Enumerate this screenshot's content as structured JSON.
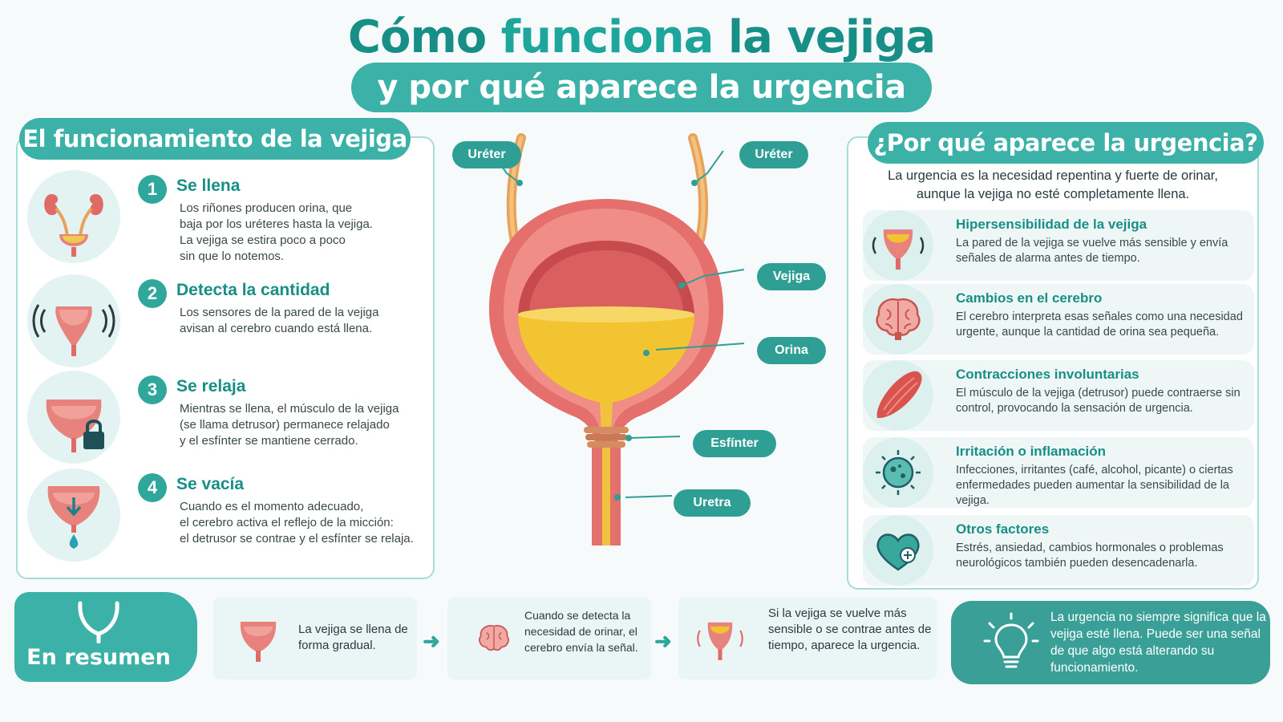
{
  "title": {
    "part1": "Cómo ",
    "part2": "funciona",
    "part3": " la vejiga"
  },
  "subtitle": "y por qué aparece la urgencia",
  "left": {
    "heading": "El funcionamiento de la vejiga",
    "steps": [
      {
        "num": "1",
        "title": "Se llena",
        "desc": "Los riñones producen orina, que\nbaja por los uréteres hasta la vejiga.\nLa vejiga se estira poco a poco\nsin que lo notemos.",
        "icon": "kidneys-bladder-icon"
      },
      {
        "num": "2",
        "title": "Detecta la cantidad",
        "desc": "Los sensores de la pared de la vejiga\navisan al cerebro cuando está llena.",
        "icon": "bladder-signal-icon"
      },
      {
        "num": "3",
        "title": "Se relaja",
        "desc": "Mientras se llena, el músculo de la vejiga\n(se llama detrusor) permanece relajado\ny el esfínter se mantiene cerrado.",
        "icon": "bladder-lock-icon"
      },
      {
        "num": "4",
        "title": "Se vacía",
        "desc": "Cuando es el momento adecuado,\nel cerebro activa el reflejo de la micción:\nel detrusor se contrae y el esfínter se relaja.",
        "icon": "bladder-drop-icon"
      }
    ]
  },
  "diagram": {
    "labels": {
      "ureter_left": "Uréter",
      "ureter_right": "Uréter",
      "bladder": "Vejiga",
      "urine": "Orina",
      "sphincter": "Esfínter",
      "urethra": "Uretra"
    }
  },
  "right": {
    "heading": "¿Por qué aparece la urgencia?",
    "intro": "La urgencia es la necesidad repentina y fuerte de orinar, aunque la vejiga no esté completamente llena.",
    "causes": [
      {
        "title": "Hipersensibilidad de la vejiga",
        "desc": "La pared de la vejiga se vuelve más sensible y envía señales de alarma antes de tiempo.",
        "icon": "sensitive-bladder-icon"
      },
      {
        "title": "Cambios en el cerebro",
        "desc": "El cerebro interpreta esas señales como una necesidad urgente, aunque la cantidad de orina sea pequeña.",
        "icon": "brain-icon"
      },
      {
        "title": "Contracciones involuntarias",
        "desc": "El músculo de la vejiga (detrusor) puede contraerse sin control, provocando la sensación de urgencia.",
        "icon": "muscle-icon"
      },
      {
        "title": "Irritación o inflamación",
        "desc": "Infecciones, irritantes (café, alcohol, picante) o ciertas enfermedades pueden aumentar la sensibilidad de la vejiga.",
        "icon": "germ-icon"
      },
      {
        "title": "Otros factores",
        "desc": "Estrés, ansiedad, cambios hormonales o problemas neurológicos también pueden desencadenarla.",
        "icon": "heart-icon"
      }
    ]
  },
  "summary": {
    "heading": "En resumen",
    "items": [
      {
        "text": "La vejiga se llena de forma gradual."
      },
      {
        "text": "Cuando se detecta la necesidad de orinar, el cerebro envía la señal."
      },
      {
        "text": "Si la vejiga se vuelve más sensible o se contrae antes de tiempo, aparece la urgencia."
      }
    ],
    "final": "La urgencia no siempre significa que la vejiga esté llena. Puede ser una señal de que algo está alterando su funcionamiento."
  },
  "colors": {
    "teal": "#3bb1a7",
    "teal_dark": "#178f86",
    "bladder_wall": "#e46f6c",
    "urine": "#f3c431"
  }
}
